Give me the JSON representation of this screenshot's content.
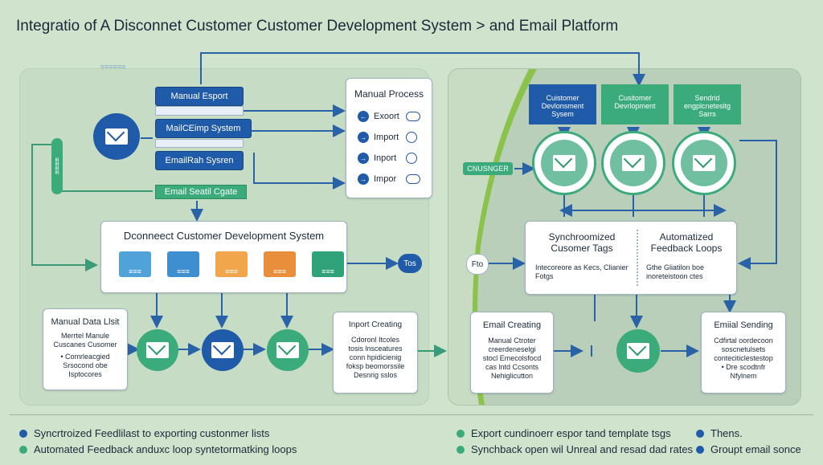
{
  "title": "Integratio of A Disconnet Customer Customer Development System  > and Email Platform",
  "watermark": "≡≡≡≡≡≡",
  "left": {
    "stack": {
      "manual_export": "Manual Esport",
      "mailchimp": "MailCEimp System",
      "email_system": "EmailRah Sysren",
      "email_create": "Email Seatil Cgate"
    },
    "vertical_tag": "≡≡≡≡",
    "manual_process": {
      "title": "Manual Process",
      "items": [
        "Exoort",
        "Import",
        "Inport",
        "Impor"
      ]
    },
    "disconnect_box": {
      "title": "Dconneect Customer Development System",
      "tags": [
        "≡≡≡",
        "≡≡≡",
        "≡≡≡",
        "≡≡≡",
        "≡≡≡"
      ]
    },
    "tos_badge": "Tos",
    "manual_data": {
      "title": "Manual Data Llsit",
      "lines": [
        "Merrtel Manule",
        "Cuscanes Cusomer",
        "• Comrleacgied",
        "Srsocond obe",
        "Isptocores"
      ]
    },
    "import_creating": {
      "title": "Inport Creating",
      "lines": [
        "Cdoronl Itcoles",
        "tosis lnsceatures",
        "conn hpidicienig",
        "foksp beomorssile",
        "Desnrig sslos"
      ]
    }
  },
  "right": {
    "headers": [
      {
        "label": "Cuistomer Devlonsment Sysem"
      },
      {
        "label": "Cusitomer Devrlopment"
      },
      {
        "label": "Sendrid engplcnetesitg Sarrs"
      }
    ],
    "ribbon": "CNUSNGER",
    "fto_badge": "Fto",
    "sync_box": {
      "title": "Synchroomized Cusomer Tags",
      "desc": "Intecoreore as Kecs, Clianier Fotgs",
      "title2": "Automatized Feedback Loops",
      "desc2": "Gthe Gliatilon boe inoreteistoon ctes"
    },
    "email_creating": {
      "title": "Email Creating",
      "lines": [
        "Manual Ctroter",
        "creerdeneselgi",
        "stocl Emecolsfocd",
        "cas lntd Ccsonts",
        "Nehiglicutton"
      ]
    },
    "email_sending": {
      "title": "Emiial Sending",
      "lines": [
        "Cdfirtal oordecoon",
        "soscnetulsets",
        "conteciticlestestop",
        "• Dre scodtnfr",
        "Nfylnem"
      ]
    }
  },
  "legend": {
    "left": [
      "Syncrtroized Feedlilast to exporting custonmer lists",
      "Automated Feedback anduxc loop syntetormatking loops"
    ],
    "mid": [
      "Export cundinoerr espor tand template tsgs",
      "Synchback open wil Unreal and resad dad rates"
    ],
    "right": [
      "Thens.",
      "Groupt email sonce"
    ]
  },
  "colors": {
    "dark_blue": "#1f5ba8",
    "green": "#3bab7c",
    "background": "#cfe3cd"
  }
}
